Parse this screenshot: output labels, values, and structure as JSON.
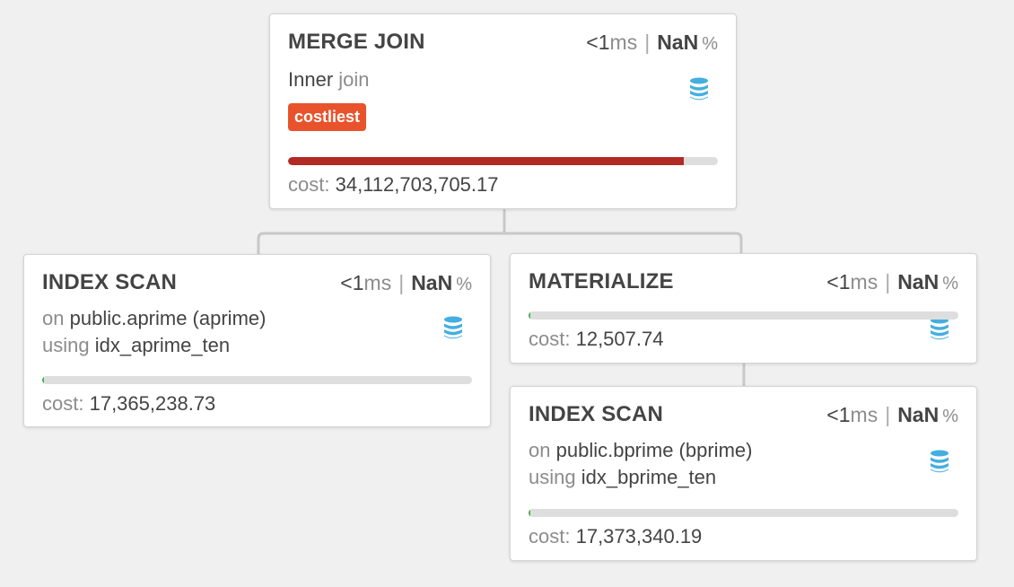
{
  "colors": {
    "costliest_badge": "#e8532c",
    "heavy_cost": "#b22a24",
    "light_cost": "#4caf50",
    "icon": "#45aee0"
  },
  "nodes": {
    "merge_join": {
      "title": "MERGE JOIN",
      "time_value": "<1",
      "time_unit": "ms",
      "percent": "NaN",
      "percent_sign": "%",
      "join_type": "Inner",
      "join_word": "join",
      "badge": "costliest",
      "icon": "database-icon",
      "cost_label": "cost:",
      "cost_value": "34,112,703,705.17",
      "cost_fraction": 0.92
    },
    "index_scan_a": {
      "title": "INDEX SCAN",
      "time_value": "<1",
      "time_unit": "ms",
      "percent": "NaN",
      "percent_sign": "%",
      "on_label": "on",
      "relation": "public.aprime (aprime)",
      "using_label": "using",
      "index": "idx_aprime_ten",
      "icon": "database-icon",
      "cost_label": "cost:",
      "cost_value": "17,365,238.73",
      "cost_fraction": 0.004
    },
    "materialize": {
      "title": "MATERIALIZE",
      "time_value": "<1",
      "time_unit": "ms",
      "percent": "NaN",
      "percent_sign": "%",
      "icon": "database-icon",
      "cost_label": "cost:",
      "cost_value": "12,507.74",
      "cost_fraction": 0.004
    },
    "index_scan_b": {
      "title": "INDEX SCAN",
      "time_value": "<1",
      "time_unit": "ms",
      "percent": "NaN",
      "percent_sign": "%",
      "on_label": "on",
      "relation": "public.bprime (bprime)",
      "using_label": "using",
      "index": "idx_bprime_ten",
      "icon": "database-icon",
      "cost_label": "cost:",
      "cost_value": "17,373,340.19",
      "cost_fraction": 0.004
    }
  }
}
